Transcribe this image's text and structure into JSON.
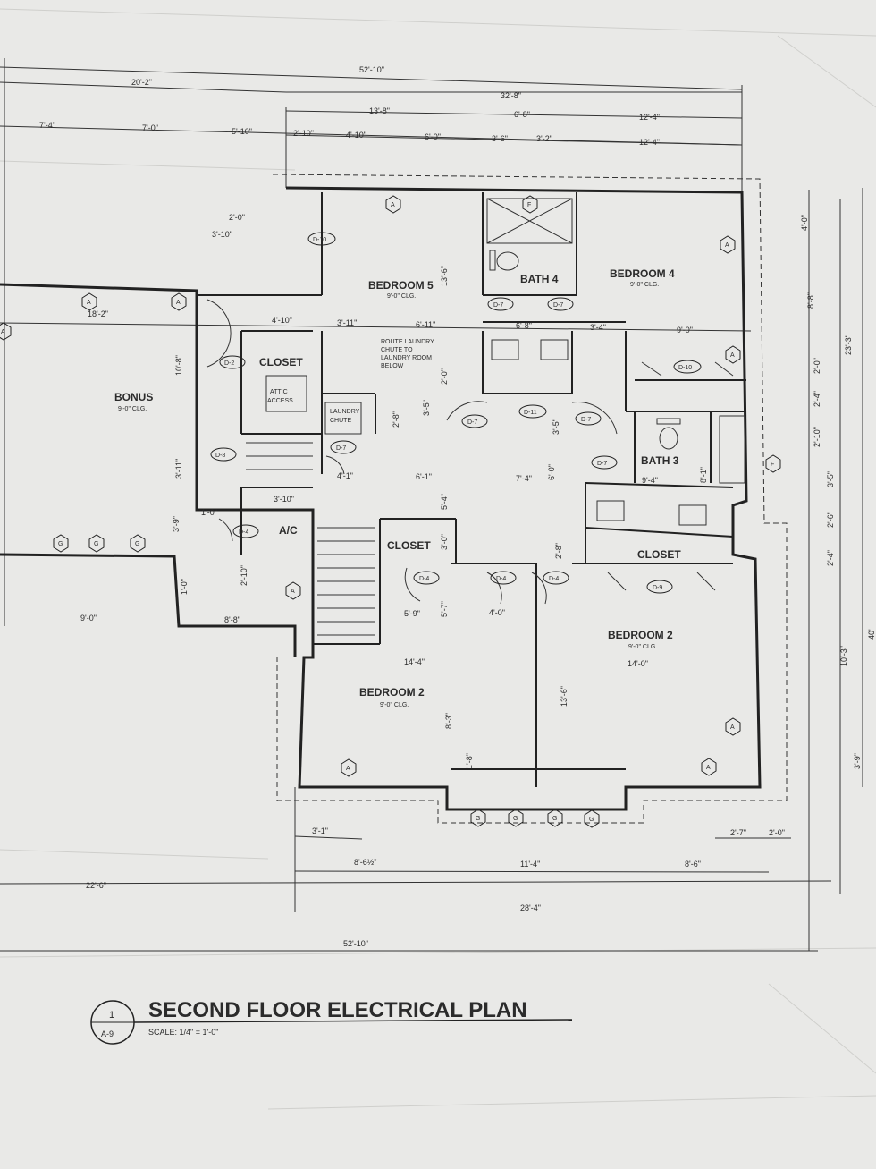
{
  "title_block": {
    "detail_number": "1",
    "sheet_ref": "A-9",
    "title": "SECOND FLOOR ELECTRICAL PLAN",
    "scale": "SCALE: 1/4\" = 1'-0\""
  },
  "rooms": [
    {
      "id": "bedroom5",
      "name": "BEDROOM 5",
      "clg": "9'-0\" CLG."
    },
    {
      "id": "bath4",
      "name": "BATH 4",
      "clg": ""
    },
    {
      "id": "bedroom4",
      "name": "BEDROOM 4",
      "clg": "9'-0\" CLG."
    },
    {
      "id": "closet_attic",
      "name": "CLOSET",
      "clg": ""
    },
    {
      "id": "bonus",
      "name": "BONUS",
      "clg": "9'-0\" CLG."
    },
    {
      "id": "bath3",
      "name": "BATH 3",
      "clg": ""
    },
    {
      "id": "ac",
      "name": "A/C",
      "clg": ""
    },
    {
      "id": "closet_mid",
      "name": "CLOSET",
      "clg": ""
    },
    {
      "id": "closet_right",
      "name": "CLOSET",
      "clg": ""
    },
    {
      "id": "bedroom2_right",
      "name": "BEDROOM 2",
      "clg": "9'-0\" CLG."
    },
    {
      "id": "bedroom2_left",
      "name": "BEDROOM 2",
      "clg": "9'-0\" CLG."
    }
  ],
  "notes": {
    "attic_access": [
      "ATTIC",
      "ACCESS"
    ],
    "laundry_chute": [
      "LAUNDRY",
      "CHUTE"
    ],
    "route_note": [
      "ROUTE LAUNDRY",
      "CHUTE TO",
      "LAUNDRY ROOM",
      "BELOW"
    ]
  },
  "door_tags": [
    "D-10",
    "D-2",
    "D-8",
    "D-7",
    "D-7",
    "D-7",
    "D-11",
    "D-7",
    "D-7",
    "D-7",
    "D-10",
    "D-4",
    "D-4",
    "D-4",
    "D-4",
    "D-9"
  ],
  "symbols": {
    "receptacles": [
      "A",
      "A",
      "A",
      "A",
      "A",
      "A",
      "A",
      "A",
      "A",
      "A"
    ],
    "gfci": [
      "G",
      "G",
      "G",
      "G",
      "G",
      "G",
      "G"
    ],
    "fixtures": [
      "F",
      "F"
    ]
  },
  "dimensions": {
    "top": [
      "52'-10\"",
      "20'-2\"",
      "32'-8\"",
      "13'-8\"",
      "6'-8\"",
      "12'-4\"",
      "7'-4\"",
      "7'-0\"",
      "5'-10\"",
      "2'-10\"",
      "4'-10\"",
      "6'-0\"",
      "3'-6\"",
      "3'-2\"",
      "12'-4\""
    ],
    "interior": [
      "2'-0\"",
      "3'-10\"",
      "18'-2\"",
      "4'-10\"",
      "3'-11\"",
      "6'-11\"",
      "6'-8\"",
      "3'-4\"",
      "9'-0\"",
      "10'-8\"",
      "13'-6\"",
      "2'-0\"",
      "3'-5\"",
      "2'-8\"",
      "3'-5\"",
      "6'-0\"",
      "3'-11\"",
      "4'-1\"",
      "6'-1\"",
      "7'-4\"",
      "9'-4\"",
      "8'-1\"",
      "3'-10\"",
      "1'-0\"",
      "3'-9\"",
      "5'-4\"",
      "3'-0\"",
      "2'-8\"",
      "2'-10\"",
      "1'-0\"",
      "9'-0\"",
      "8'-8\"",
      "5'-9\"",
      "4'-0\"",
      "5'-7\"",
      "14'-4\"",
      "14'-0\"",
      "8'-3\"",
      "13'-6\"",
      "1'-8\""
    ],
    "right": [
      "23'-3\"",
      "4'-0\"",
      "8'-8\"",
      "2'-0\"",
      "2'-4\"",
      "2'-10\"",
      "3'-5\"",
      "2'-6\"",
      "2'-4\"",
      "10'-3\"",
      "3'-9\"",
      "40'"
    ],
    "bottom": [
      "3'-1\"",
      "2'-7\"",
      "2'-0\"",
      "8'-6½\"",
      "11'-4\"",
      "8'-6\"",
      "22'-6\"",
      "28'-4\"",
      "52'-10\""
    ]
  }
}
